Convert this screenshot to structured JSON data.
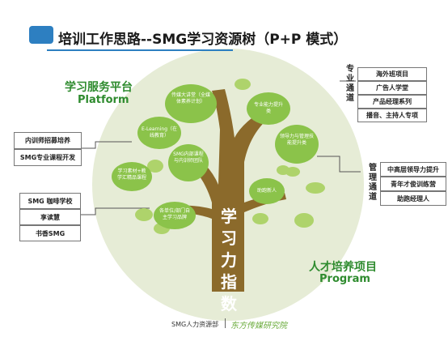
{
  "title": "培训工作思路--SMG学习资源树（P+P 模式）",
  "left_platform": {
    "cn": "学习服务平台",
    "en": "Platform"
  },
  "right_program": {
    "cn": "人才培养项目",
    "en": "Program"
  },
  "trunk_label": "学习力指数",
  "leaves": [
    "传媒大讲堂（全媒体素养计划）",
    "专业能力提升类",
    "E-Learning（在线教育）",
    "领导力与管理技能提升类",
    "SMG内部课程与内训师团队",
    "学习素材+教学汇精品课程",
    "助跑新人",
    "各单位/部门自主学习品牌"
  ],
  "left_groups": [
    [
      "内训师招募培养",
      "SMG专业课程开发"
    ],
    [
      "SMG 咖啡学校",
      "享读慧",
      "书香SMG"
    ]
  ],
  "professional_channel": {
    "label": "专业通道",
    "items": [
      "海外班项目",
      "广告人学堂",
      "产品经理系列",
      "播音、主持人专项"
    ]
  },
  "management_channel": {
    "label": "管理通道",
    "items": [
      "中高层领导力提升",
      "青年才俊训练营",
      "助跑经理人"
    ]
  },
  "footer": {
    "dept": "SMG人力资源部",
    "signature": "东方传媒研究院"
  },
  "colors": {
    "leaf": "#8bc34a",
    "leaf_light": "#aed36b",
    "trunk": "#8b6a2b",
    "canopy": "#e6ecd6",
    "accent": "#2d7fc1",
    "green_text": "#2e8b2e"
  }
}
